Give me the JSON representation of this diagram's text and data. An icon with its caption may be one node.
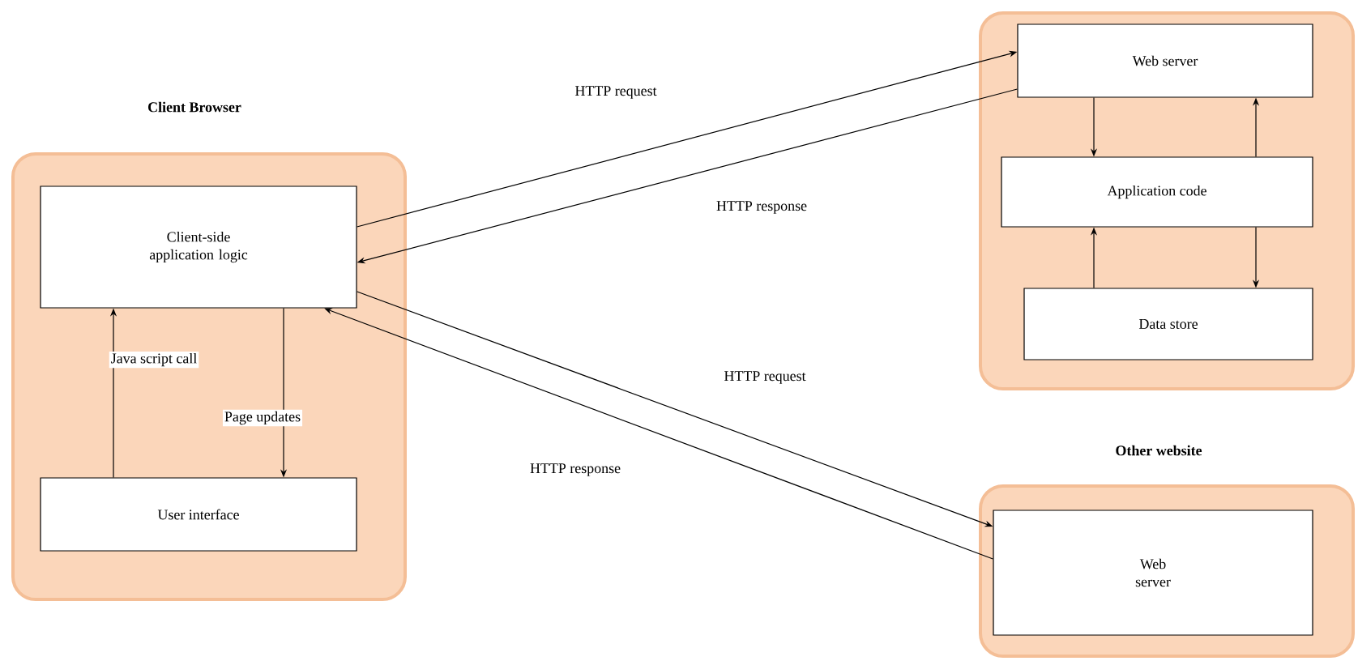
{
  "diagram": {
    "nodes": [
      {
        "text": [
          "Client Browser"
        ]
      },
      {
        "text": [
          "Client-side application logic"
        ],
        "in": 0
      },
      {
        "text": [
          "User interface"
        ],
        "in": 0
      },
      {
        "text": [],
        "shape": "box"
      },
      {
        "text": [
          "Web server"
        ],
        "in": 3
      },
      {
        "text": [
          "Application code"
        ],
        "in": 3
      },
      {
        "text": [
          "Data store"
        ],
        "in": 3
      },
      {
        "text": [
          "Other website"
        ]
      },
      {
        "text": [
          "Web server"
        ],
        "in": 7
      }
    ],
    "edges": [
      {
        "from": 1,
        "to": 4,
        "arrow": "to",
        "label": "HTTP request"
      },
      {
        "from": 4,
        "to": 1,
        "arrow": "to",
        "label": "HTTP response"
      },
      {
        "from": 4,
        "to": 5,
        "arrow": "to"
      },
      {
        "from": 5,
        "to": 4,
        "arrow": "to"
      },
      {
        "from": 6,
        "to": 5,
        "arrow": "to"
      },
      {
        "from": 5,
        "to": 6,
        "arrow": "to"
      },
      {
        "from": 1,
        "to": 8,
        "arrow": "to",
        "label": "HTTP request"
      },
      {
        "from": 8,
        "to": 1,
        "arrow": "to",
        "label": "HTTP response"
      },
      {
        "from": 2,
        "to": 1,
        "arrow": "to",
        "label": "Java script call"
      },
      {
        "from": 1,
        "to": 2,
        "arrow": "to",
        "label": "Page updates"
      }
    ]
  }
}
